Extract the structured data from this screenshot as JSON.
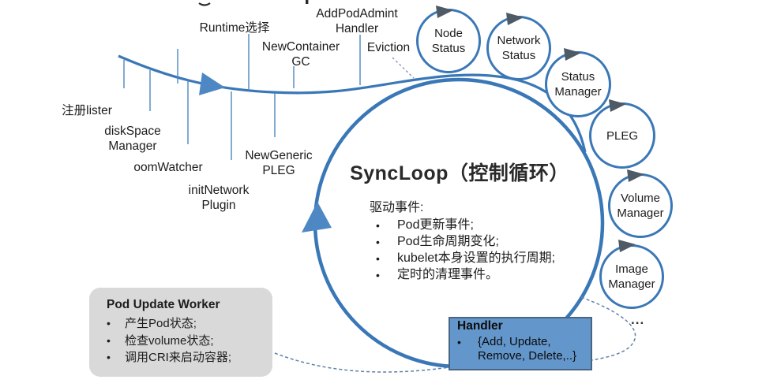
{
  "colors": {
    "line_blue": "#3a77b7",
    "arrow_fill": "#4e88c4",
    "tick_blue": "#4d87c0",
    "dark_arrow": "#4e5a66",
    "dashed_line": "#5f81a8",
    "handler_fill": "#6396cb",
    "handler_border": "#4a6584",
    "worker_fill": "#d9d9d9",
    "text": "#1c1c1c"
  },
  "timeline": {
    "below": [
      "注册lister",
      "diskSpace\nManager",
      "oomWatcher",
      "initNetwork\nPlugin",
      "NewGeneric\nPLEG"
    ],
    "above": [
      "Runtime选择",
      "NewContainer\nGC",
      "AddPodAdmint\nHandler",
      "Eviction"
    ]
  },
  "loop": {
    "title": "SyncLoop（控制循环）",
    "heading": "驱动事件:",
    "bullet": "•",
    "events": [
      "Pod更新事件;",
      "Pod生命周期变化;",
      "kubelet本身设置的执行周期;",
      "定时的清理事件。"
    ]
  },
  "managers": [
    "Node\nStatus",
    "Network\nStatus",
    "Status\nManager",
    "PLEG",
    "Volume\nManager",
    "Image\nManager"
  ],
  "ellipsis": "...",
  "worker": {
    "title": "Pod Update Worker",
    "items": [
      "产生Pod状态;",
      "检查volume状态;",
      "调用CRI来启动容器;"
    ]
  },
  "handler": {
    "title": "Handler",
    "item": "{Add, Update,\nRemove, Delete,..}"
  }
}
